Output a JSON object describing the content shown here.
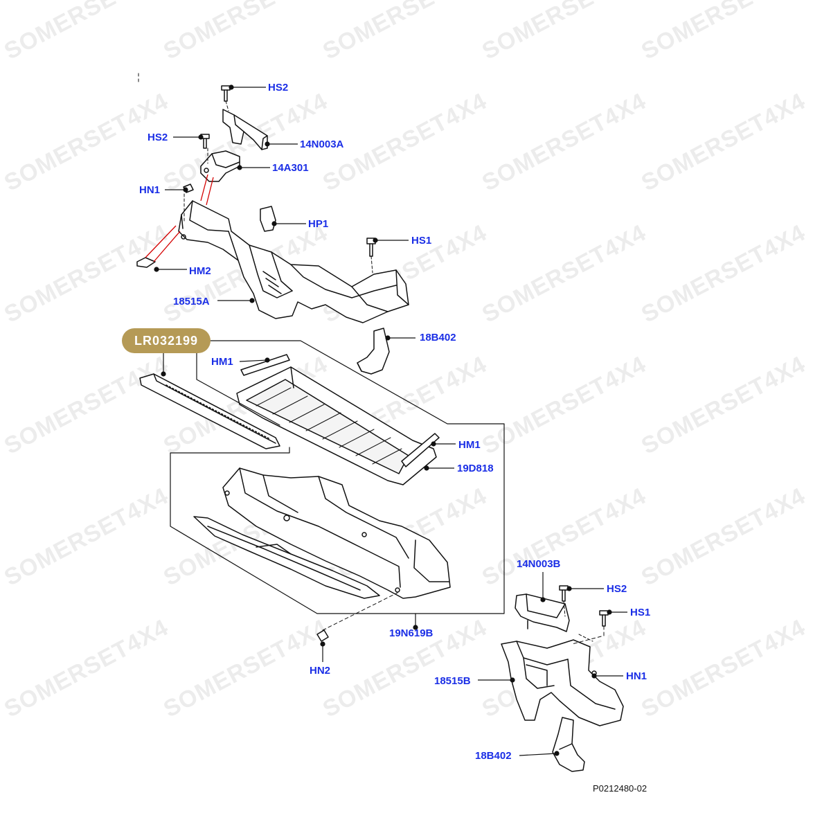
{
  "watermark": "SOMERSET4X4",
  "part_number_badge": "LR032199",
  "reference": "P0212480-02",
  "callouts": {
    "hs2_top": "HS2",
    "n14n003a": "14N003A",
    "hs2_left": "HS2",
    "n14a301": "14A301",
    "hn1_top": "HN1",
    "hp1": "HP1",
    "hs1_top": "HS1",
    "hm2": "HM2",
    "n18515a": "18515A",
    "n18b402_top": "18B402",
    "hm1_left": "HM1",
    "hm1_right": "HM1",
    "n19d818": "19D818",
    "n19n619b": "19N619B",
    "hn2": "HN2",
    "n14n003b": "14N003B",
    "hs2_right": "HS2",
    "hs1_right": "HS1",
    "n18515b": "18515B",
    "hn1_right": "HN1",
    "n18b402_bottom": "18B402"
  },
  "colors": {
    "callout": "#1a2ee6",
    "badge": "#b59a56",
    "line": "#111111",
    "hint_line": "#d40000"
  }
}
